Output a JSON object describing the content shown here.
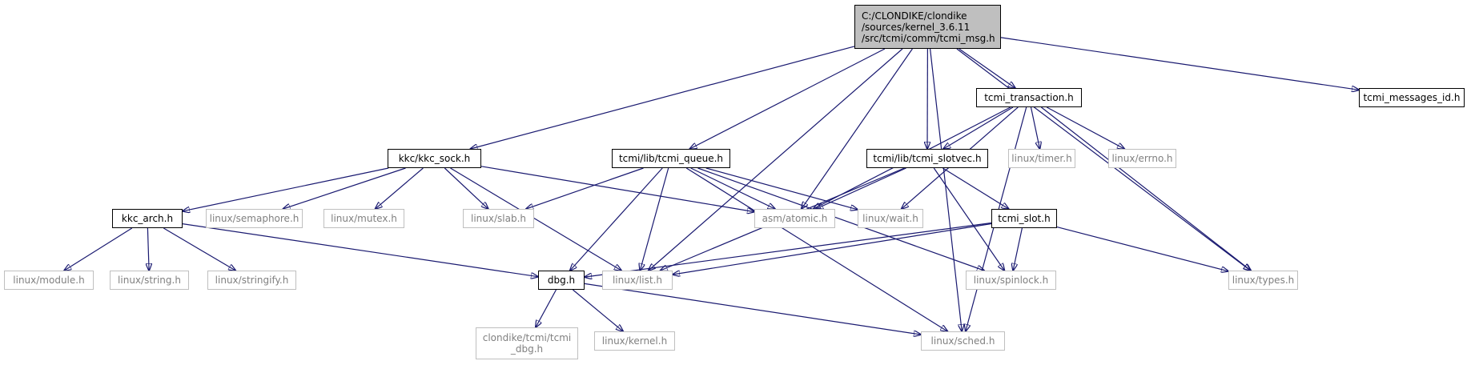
{
  "graph": {
    "edge_color": "#191970",
    "nodes": [
      {
        "id": "root",
        "lines": [
          "C:/CLONDIKE/clondike",
          "/sources/kernel_3.6.11",
          "/src/tcmi/comm/tcmi_msg.h"
        ],
        "kind": "root"
      },
      {
        "id": "kkc_sock",
        "lines": [
          "kkc/kkc_sock.h"
        ],
        "kind": "internal"
      },
      {
        "id": "tcmi_queue",
        "lines": [
          "tcmi/lib/tcmi_queue.h"
        ],
        "kind": "internal"
      },
      {
        "id": "tcmi_slotvec",
        "lines": [
          "tcmi/lib/tcmi_slotvec.h"
        ],
        "kind": "internal"
      },
      {
        "id": "tcmi_transaction",
        "lines": [
          "tcmi_transaction.h"
        ],
        "kind": "internal"
      },
      {
        "id": "tcmi_messages_id",
        "lines": [
          "tcmi_messages_id.h"
        ],
        "kind": "internal"
      },
      {
        "id": "kkc_arch",
        "lines": [
          "kkc_arch.h"
        ],
        "kind": "internal"
      },
      {
        "id": "dbg",
        "lines": [
          "dbg.h"
        ],
        "kind": "internal"
      },
      {
        "id": "tcmi_slot",
        "lines": [
          "tcmi_slot.h"
        ],
        "kind": "internal"
      },
      {
        "id": "linux_semaphore",
        "lines": [
          "linux/semaphore.h"
        ],
        "kind": "external"
      },
      {
        "id": "linux_mutex",
        "lines": [
          "linux/mutex.h"
        ],
        "kind": "external"
      },
      {
        "id": "linux_slab",
        "lines": [
          "linux/slab.h"
        ],
        "kind": "external"
      },
      {
        "id": "asm_atomic",
        "lines": [
          "asm/atomic.h"
        ],
        "kind": "external"
      },
      {
        "id": "linux_wait",
        "lines": [
          "linux/wait.h"
        ],
        "kind": "external"
      },
      {
        "id": "linux_timer",
        "lines": [
          "linux/timer.h"
        ],
        "kind": "external"
      },
      {
        "id": "linux_errno",
        "lines": [
          "linux/errno.h"
        ],
        "kind": "external"
      },
      {
        "id": "linux_module",
        "lines": [
          "linux/module.h"
        ],
        "kind": "external"
      },
      {
        "id": "linux_string",
        "lines": [
          "linux/string.h"
        ],
        "kind": "external"
      },
      {
        "id": "linux_stringify",
        "lines": [
          "linux/stringify.h"
        ],
        "kind": "external"
      },
      {
        "id": "linux_list",
        "lines": [
          "linux/list.h"
        ],
        "kind": "external"
      },
      {
        "id": "linux_spinlock",
        "lines": [
          "linux/spinlock.h"
        ],
        "kind": "external"
      },
      {
        "id": "linux_types",
        "lines": [
          "linux/types.h"
        ],
        "kind": "external"
      },
      {
        "id": "clondike_dbg",
        "lines": [
          "clondike/tcmi/tcmi",
          "_dbg.h"
        ],
        "kind": "external"
      },
      {
        "id": "linux_kernel",
        "lines": [
          "linux/kernel.h"
        ],
        "kind": "external"
      },
      {
        "id": "linux_sched",
        "lines": [
          "linux/sched.h"
        ],
        "kind": "external"
      }
    ],
    "edges": [
      [
        "root",
        "kkc_sock"
      ],
      [
        "root",
        "tcmi_queue"
      ],
      [
        "root",
        "tcmi_slotvec"
      ],
      [
        "root",
        "tcmi_transaction"
      ],
      [
        "root",
        "tcmi_messages_id"
      ],
      [
        "root",
        "linux_list"
      ],
      [
        "root",
        "asm_atomic"
      ],
      [
        "root",
        "linux_types"
      ],
      [
        "root",
        "linux_sched"
      ],
      [
        "kkc_sock",
        "kkc_arch"
      ],
      [
        "kkc_sock",
        "linux_semaphore"
      ],
      [
        "kkc_sock",
        "linux_mutex"
      ],
      [
        "kkc_sock",
        "linux_slab"
      ],
      [
        "kkc_sock",
        "asm_atomic"
      ],
      [
        "kkc_sock",
        "linux_list"
      ],
      [
        "kkc_arch",
        "linux_module"
      ],
      [
        "kkc_arch",
        "linux_string"
      ],
      [
        "kkc_arch",
        "linux_stringify"
      ],
      [
        "kkc_arch",
        "dbg"
      ],
      [
        "tcmi_queue",
        "linux_slab"
      ],
      [
        "tcmi_queue",
        "asm_atomic"
      ],
      [
        "tcmi_queue",
        "linux_wait"
      ],
      [
        "tcmi_queue",
        "dbg"
      ],
      [
        "tcmi_queue",
        "linux_list"
      ],
      [
        "tcmi_queue",
        "linux_spinlock"
      ],
      [
        "tcmi_queue",
        "linux_sched"
      ],
      [
        "tcmi_transaction",
        "tcmi_slotvec"
      ],
      [
        "tcmi_transaction",
        "asm_atomic"
      ],
      [
        "tcmi_transaction",
        "linux_wait"
      ],
      [
        "tcmi_transaction",
        "linux_timer"
      ],
      [
        "tcmi_transaction",
        "linux_errno"
      ],
      [
        "tcmi_transaction",
        "linux_types"
      ],
      [
        "tcmi_transaction",
        "linux_sched"
      ],
      [
        "tcmi_slotvec",
        "asm_atomic"
      ],
      [
        "tcmi_slotvec",
        "tcmi_slot"
      ],
      [
        "tcmi_slotvec",
        "linux_list"
      ],
      [
        "tcmi_slotvec",
        "linux_spinlock"
      ],
      [
        "tcmi_slot",
        "dbg"
      ],
      [
        "tcmi_slot",
        "linux_list"
      ],
      [
        "tcmi_slot",
        "linux_spinlock"
      ],
      [
        "tcmi_slot",
        "linux_types"
      ],
      [
        "dbg",
        "clondike_dbg"
      ],
      [
        "dbg",
        "linux_kernel"
      ],
      [
        "dbg",
        "linux_sched"
      ]
    ]
  }
}
